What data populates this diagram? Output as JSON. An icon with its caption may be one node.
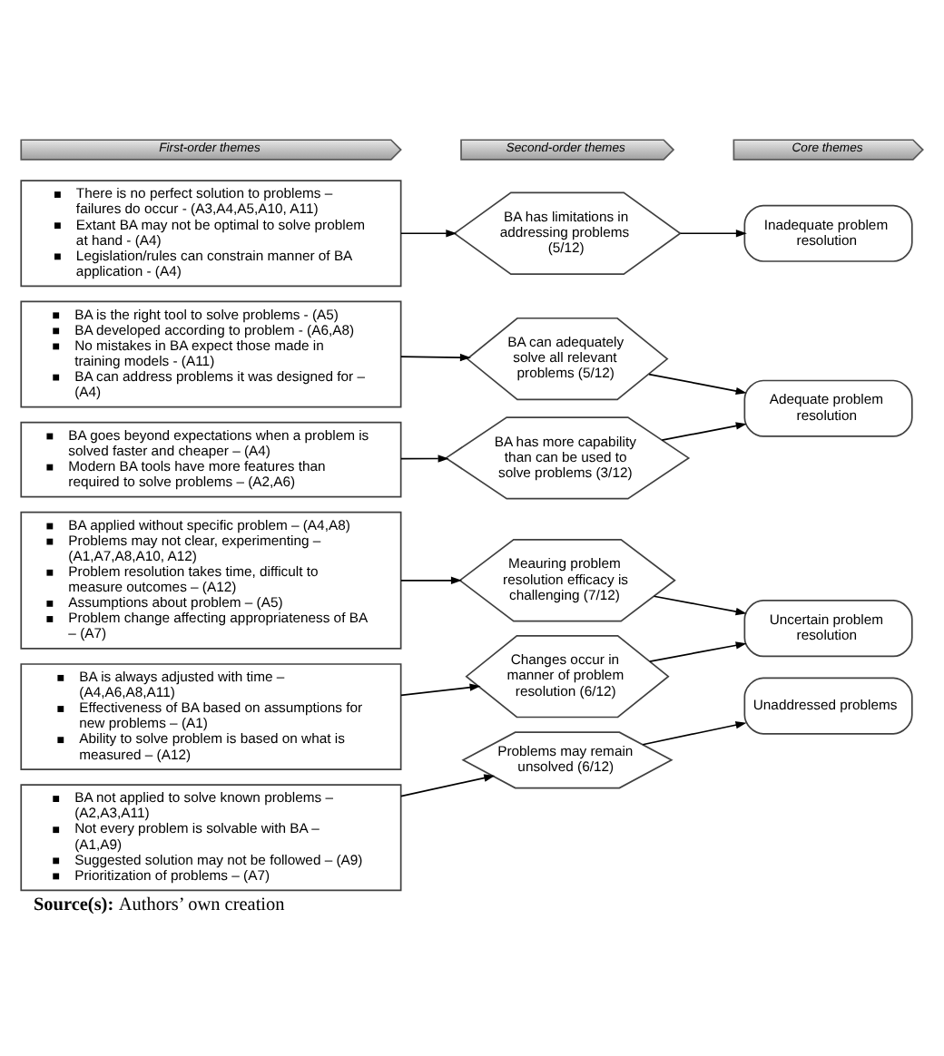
{
  "diagram": {
    "caption": "**Source(s):** Authors’ own creation",
    "nodes": [
      {
        "text": [
          "First-order themes"
        ]
      },
      {
        "text": [
          "Second-order themes"
        ]
      },
      {
        "text": [
          "Core themes"
        ]
      },
      {
        "text": [
          "There is no perfect solution to problems – failures do occur - (A3,A4,A5,A10, A11)",
          "Extant BA may not be optimal to solve problem at hand - (A4)",
          "Legislation/rules can constrain manner of BA application - (A4)"
        ]
      },
      {
        "text": [
          "BA has limitations in addressing problems (5/12)"
        ]
      },
      {
        "text": [
          "Inadequate problem resolution"
        ]
      },
      {
        "text": [
          "BA is the right tool to solve problems - (A5)",
          "BA developed according to problem - (A6,A8)",
          "No mistakes in BA expect those made in training models - (A11)",
          "BA can address problems it was designed for – (A4)"
        ]
      },
      {
        "text": [
          "BA can adequately solve all relevant problems (5/12)"
        ]
      },
      {
        "text": [
          "Adequate problem resolution"
        ]
      },
      {
        "text": [
          "BA goes beyond expectations when a problem is solved faster and cheaper – (A4)",
          "Modern BA tools have more features than required to solve problems – (A2,A6)"
        ]
      },
      {
        "text": [
          "BA has more capability than can be used to solve problems (3/12)"
        ]
      },
      {
        "text": [
          "BA applied without specific problem – (A4,A8)",
          "Problems may not clear, experimenting – (A1,A7,A8,A10, A12)",
          "Problem resolution takes time, difficult to measure outcomes – (A12)",
          "Assumptions about problem – (A5)",
          "Problem change affecting appropriateness of BA – (A7)"
        ]
      },
      {
        "text": [
          "Meauring problem resolution efficacy is challenging (7/12)"
        ]
      },
      {
        "text": [
          "Uncertain problem resolution"
        ]
      },
      {
        "text": [
          "BA is always adjusted with time – (A4,A6,A8,A11)",
          "Effectiveness of BA based on assumptions for new problems – (A1)",
          "Ability to solve problem is based on what is measured – (A12)"
        ]
      },
      {
        "text": [
          "Changes occur in manner of problem resolution (6/12)"
        ]
      },
      {
        "text": [
          "BA not applied to solve known problems – (A2,A3,A11)",
          "Not every problem is solvable with BA – (A1,A9)",
          "Suggested solution may not be followed – (A9)",
          "Prioritization of problems – (A7)"
        ]
      },
      {
        "text": [
          "Problems may remain unsolved (6/12)"
        ]
      },
      {
        "text": [
          "Unaddressed problems"
        ]
      }
    ],
    "edges": [
      {
        "from": 3,
        "to": 4,
        "arrow": "to"
      },
      {
        "from": 4,
        "to": 5,
        "arrow": "to"
      },
      {
        "from": 6,
        "to": 7,
        "arrow": "to"
      },
      {
        "from": 7,
        "to": 8,
        "arrow": "to"
      },
      {
        "from": 9,
        "to": 10,
        "arrow": "to"
      },
      {
        "from": 10,
        "to": 8,
        "arrow": "to"
      },
      {
        "from": 11,
        "to": 12,
        "arrow": "to"
      },
      {
        "from": 12,
        "to": 13,
        "arrow": "to"
      },
      {
        "from": 14,
        "to": 15,
        "arrow": "to"
      },
      {
        "from": 15,
        "to": 13,
        "arrow": "to"
      },
      {
        "from": 16,
        "to": 17,
        "arrow": "to"
      },
      {
        "from": 17,
        "to": 18,
        "arrow": "to"
      }
    ]
  }
}
